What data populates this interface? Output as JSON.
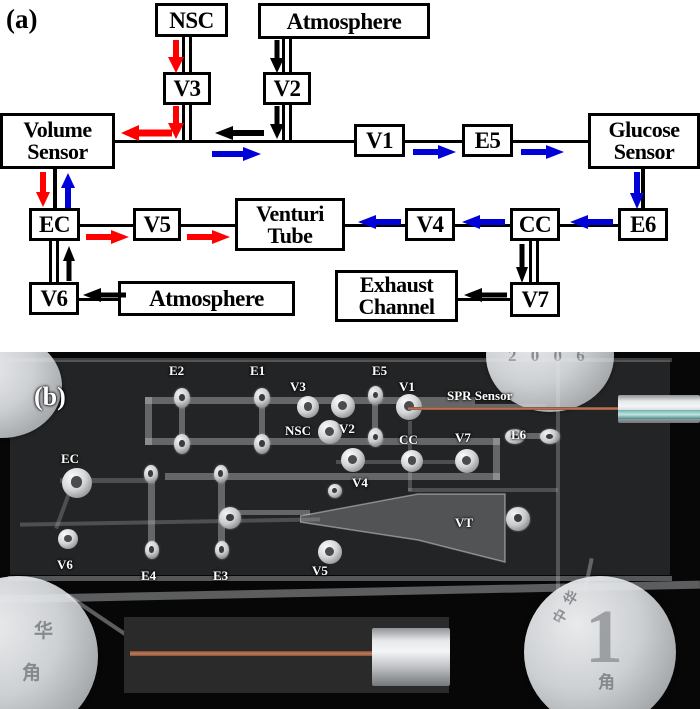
{
  "figure": {
    "panel_a_label": "(a)",
    "panel_b_label": "(b)"
  },
  "diagram": {
    "nodes": [
      {
        "id": "nsc",
        "label": "NSC"
      },
      {
        "id": "atm_top",
        "label": "Atmosphere"
      },
      {
        "id": "v3",
        "label": "V3"
      },
      {
        "id": "v2",
        "label": "V2"
      },
      {
        "id": "volume_sensor",
        "label": "Volume\nSensor"
      },
      {
        "id": "v1",
        "label": "V1"
      },
      {
        "id": "e5",
        "label": "E5"
      },
      {
        "id": "glucose_sensor",
        "label": "Glucose\nSensor"
      },
      {
        "id": "ec",
        "label": "EC"
      },
      {
        "id": "v5",
        "label": "V5"
      },
      {
        "id": "venturi",
        "label": "Venturi\nTube"
      },
      {
        "id": "v4",
        "label": "V4"
      },
      {
        "id": "cc",
        "label": "CC"
      },
      {
        "id": "e6",
        "label": "E6"
      },
      {
        "id": "v6",
        "label": "V6"
      },
      {
        "id": "atm_bottom",
        "label": "Atmosphere"
      },
      {
        "id": "exhaust",
        "label": "Exhaust\nChannel"
      },
      {
        "id": "v7",
        "label": "V7"
      }
    ],
    "flow_colors": {
      "sample": "#ff0000",
      "carrier": "#0000d8",
      "air": "#000000"
    }
  },
  "photo": {
    "labels": [
      {
        "id": "e2",
        "text": "E2"
      },
      {
        "id": "e1",
        "text": "E1"
      },
      {
        "id": "v3",
        "text": "V3"
      },
      {
        "id": "e5",
        "text": "E5"
      },
      {
        "id": "v1",
        "text": "V1"
      },
      {
        "id": "spr",
        "text": "SPR Sensor"
      },
      {
        "id": "nsc",
        "text": "NSC"
      },
      {
        "id": "v2",
        "text": "V2"
      },
      {
        "id": "cc",
        "text": "CC"
      },
      {
        "id": "v7",
        "text": "V7"
      },
      {
        "id": "e6",
        "text": "E6"
      },
      {
        "id": "ec",
        "text": "EC"
      },
      {
        "id": "v4",
        "text": "V4"
      },
      {
        "id": "vt",
        "text": "VT"
      },
      {
        "id": "v6",
        "text": "V6"
      },
      {
        "id": "e4",
        "text": "E4"
      },
      {
        "id": "e3",
        "text": "E3"
      },
      {
        "id": "v5",
        "text": "V5"
      }
    ],
    "coin_text": {
      "right_denomination": "1",
      "right_top": "中 华",
      "right_bottom": "角",
      "left_top": "华",
      "left_bottom": "角",
      "year": "2 0 0 6"
    }
  }
}
